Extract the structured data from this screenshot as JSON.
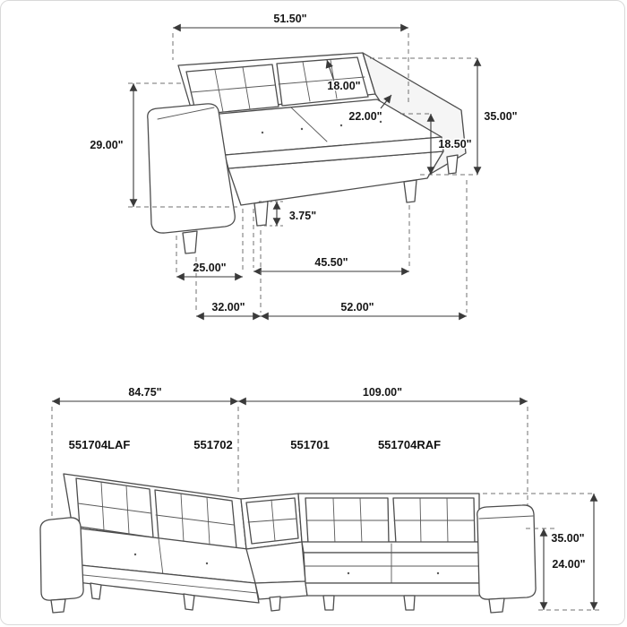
{
  "colors": {
    "line": "#4d4d4d",
    "dimension_line": "#3a3a3a",
    "text": "#161616",
    "background": "#ffffff"
  },
  "loveseat": {
    "dimensions": {
      "back_width": "51.50\"",
      "back_cushion": "18.00\"",
      "seat_depth": "22.00\"",
      "back_height": "29.00\"",
      "overall_height": "35.00\"",
      "seat_height": "18.50\"",
      "leg_height": "3.75\"",
      "arm_depth": "25.00\"",
      "seat_width": "45.50\"",
      "overall_depth": "32.00\"",
      "overall_width": "52.00\""
    }
  },
  "sectional": {
    "dimensions": {
      "left_width": "84.75\"",
      "right_width": "109.00\"",
      "overall_height": "35.00\"",
      "arm_height": "24.00\""
    },
    "parts": [
      {
        "sku": "551704LAF"
      },
      {
        "sku": "551702"
      },
      {
        "sku": "551701"
      },
      {
        "sku": "551704RAF"
      }
    ]
  }
}
